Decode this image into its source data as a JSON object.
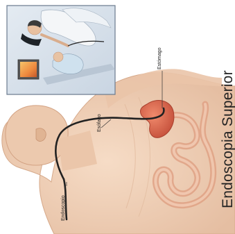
{
  "labels": {
    "title": "Endoscopia Superior",
    "stomach": "Estómago",
    "esophagus": "Esófago",
    "endoscope": "Endoscopio"
  },
  "colors": {
    "skin": "#efcfb6",
    "stomach": "#d6614b",
    "intestine": "#e8b49a",
    "endoscope": "#222222",
    "inset_background": "#d8e2ec",
    "inset_border": "#6a7a8e",
    "monitor_screen": "#f0a04c"
  },
  "icons": {
    "illustration": "medical-illustration",
    "monitor": "monitor-icon"
  }
}
